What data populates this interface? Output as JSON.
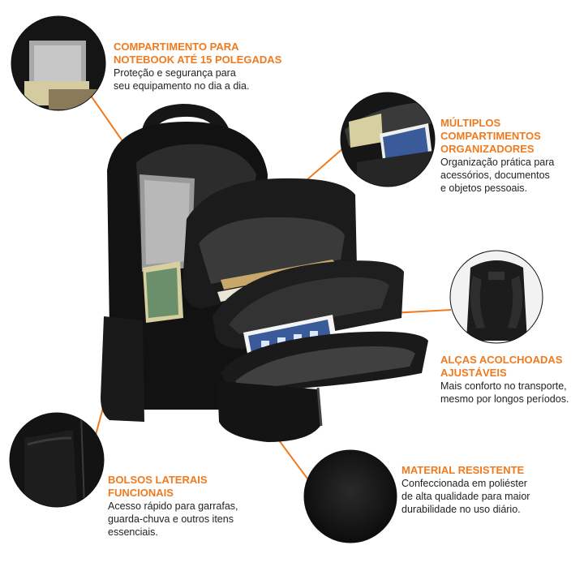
{
  "colors": {
    "accent": "#f07a1e",
    "bag": "#111111",
    "text": "#222222"
  },
  "callouts": {
    "notebook": {
      "title_1": "COMPARTIMENTO PARA",
      "title_2": "NOTEBOOK ATÉ 15 POLEGADAS",
      "desc_1": "Proteção e segurança para",
      "desc_2": "seu equipamento no dia a dia."
    },
    "multiple": {
      "title_1": "MÚLTIPLOS",
      "title_2": "COMPARTIMENTOS",
      "title_3": "ORGANIZADORES",
      "desc_1": "Organização prática para",
      "desc_2": "acessórios, documentos",
      "desc_3": "e objetos pessoais."
    },
    "straps": {
      "title_1": "ALÇAS ACOLCHOADAS",
      "title_2": "AJUSTÁVEIS",
      "desc_1": "Mais conforto no transporte,",
      "desc_2": "mesmo por longos períodos."
    },
    "material": {
      "title_1": "MATERIAL RESISTENTE",
      "desc_1": "Confeccionada em poliéster",
      "desc_2": "de alta qualidade para maior",
      "desc_3": "durabilidade no uso diário."
    },
    "side": {
      "title_1": "BOLSOS LATERAIS",
      "title_2": "FUNCIONAIS",
      "desc_1": "Acesso rápido para garrafas,",
      "desc_2": "guarda-chuva e outros itens",
      "desc_3": "essenciais."
    }
  }
}
